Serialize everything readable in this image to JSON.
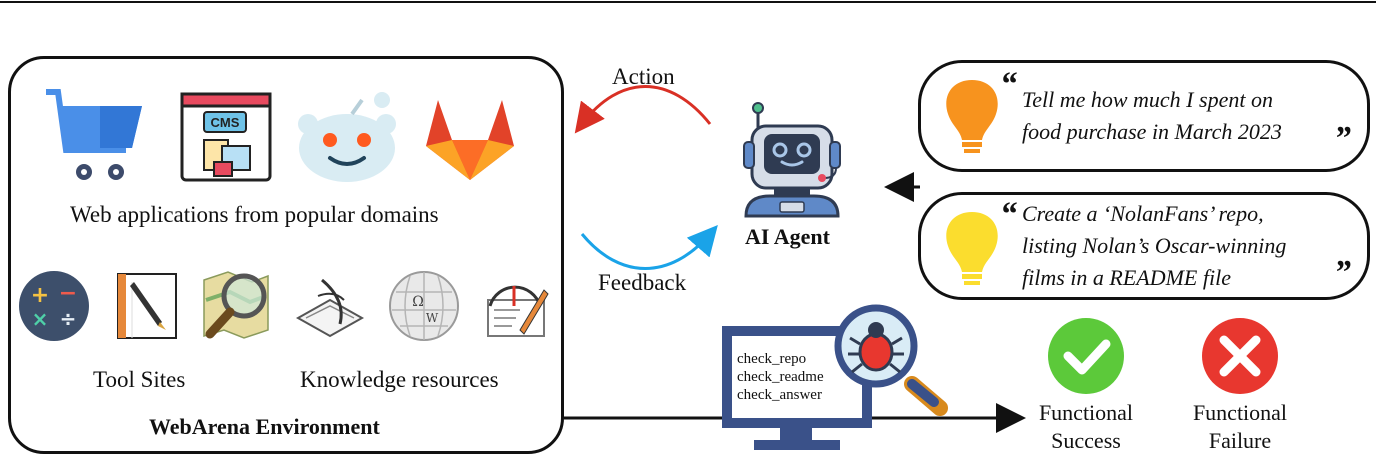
{
  "environment": {
    "title": "WebArena Environment",
    "web_apps_caption": "Web applications from popular domains",
    "tool_sites_caption": "Tool Sites",
    "knowledge_caption": "Knowledge resources",
    "web_app_icons": [
      "shopping-cart-icon",
      "cms-icon",
      "reddit-icon",
      "gitlab-icon"
    ],
    "tool_icons": [
      "calculator-icon",
      "notebook-pen-icon",
      "map-magnifier-icon"
    ],
    "knowledge_icons": [
      "book-quill-icon",
      "wikipedia-globe-icon",
      "manual-icon"
    ]
  },
  "flow": {
    "action_label": "Action",
    "feedback_label": "Feedback",
    "action_color": "#d93025",
    "feedback_color": "#1aa3e8"
  },
  "agent": {
    "label": "AI Agent",
    "icon": "robot-icon"
  },
  "intents": [
    {
      "text_line1": "Tell me how much I spent on",
      "text_line2": "food purchase in March 2023",
      "bulb_color": "#f7931e"
    },
    {
      "text_line1": "Create a ‘NolanFans’ repo,",
      "text_line2": "listing Nolan’s Oscar-winning",
      "text_line3": "films in a README file",
      "bulb_color": "#fbdd2e"
    }
  ],
  "evaluator": {
    "checks": [
      "check_repo",
      "check_readme",
      "check_answer"
    ],
    "icon": "bug-magnifier-icon"
  },
  "outcomes": {
    "success_line1": "Functional",
    "success_line2": "Success",
    "failure_line1": "Functional",
    "failure_line2": "Failure",
    "success_color": "#5cc93a",
    "failure_color": "#e8372f"
  }
}
